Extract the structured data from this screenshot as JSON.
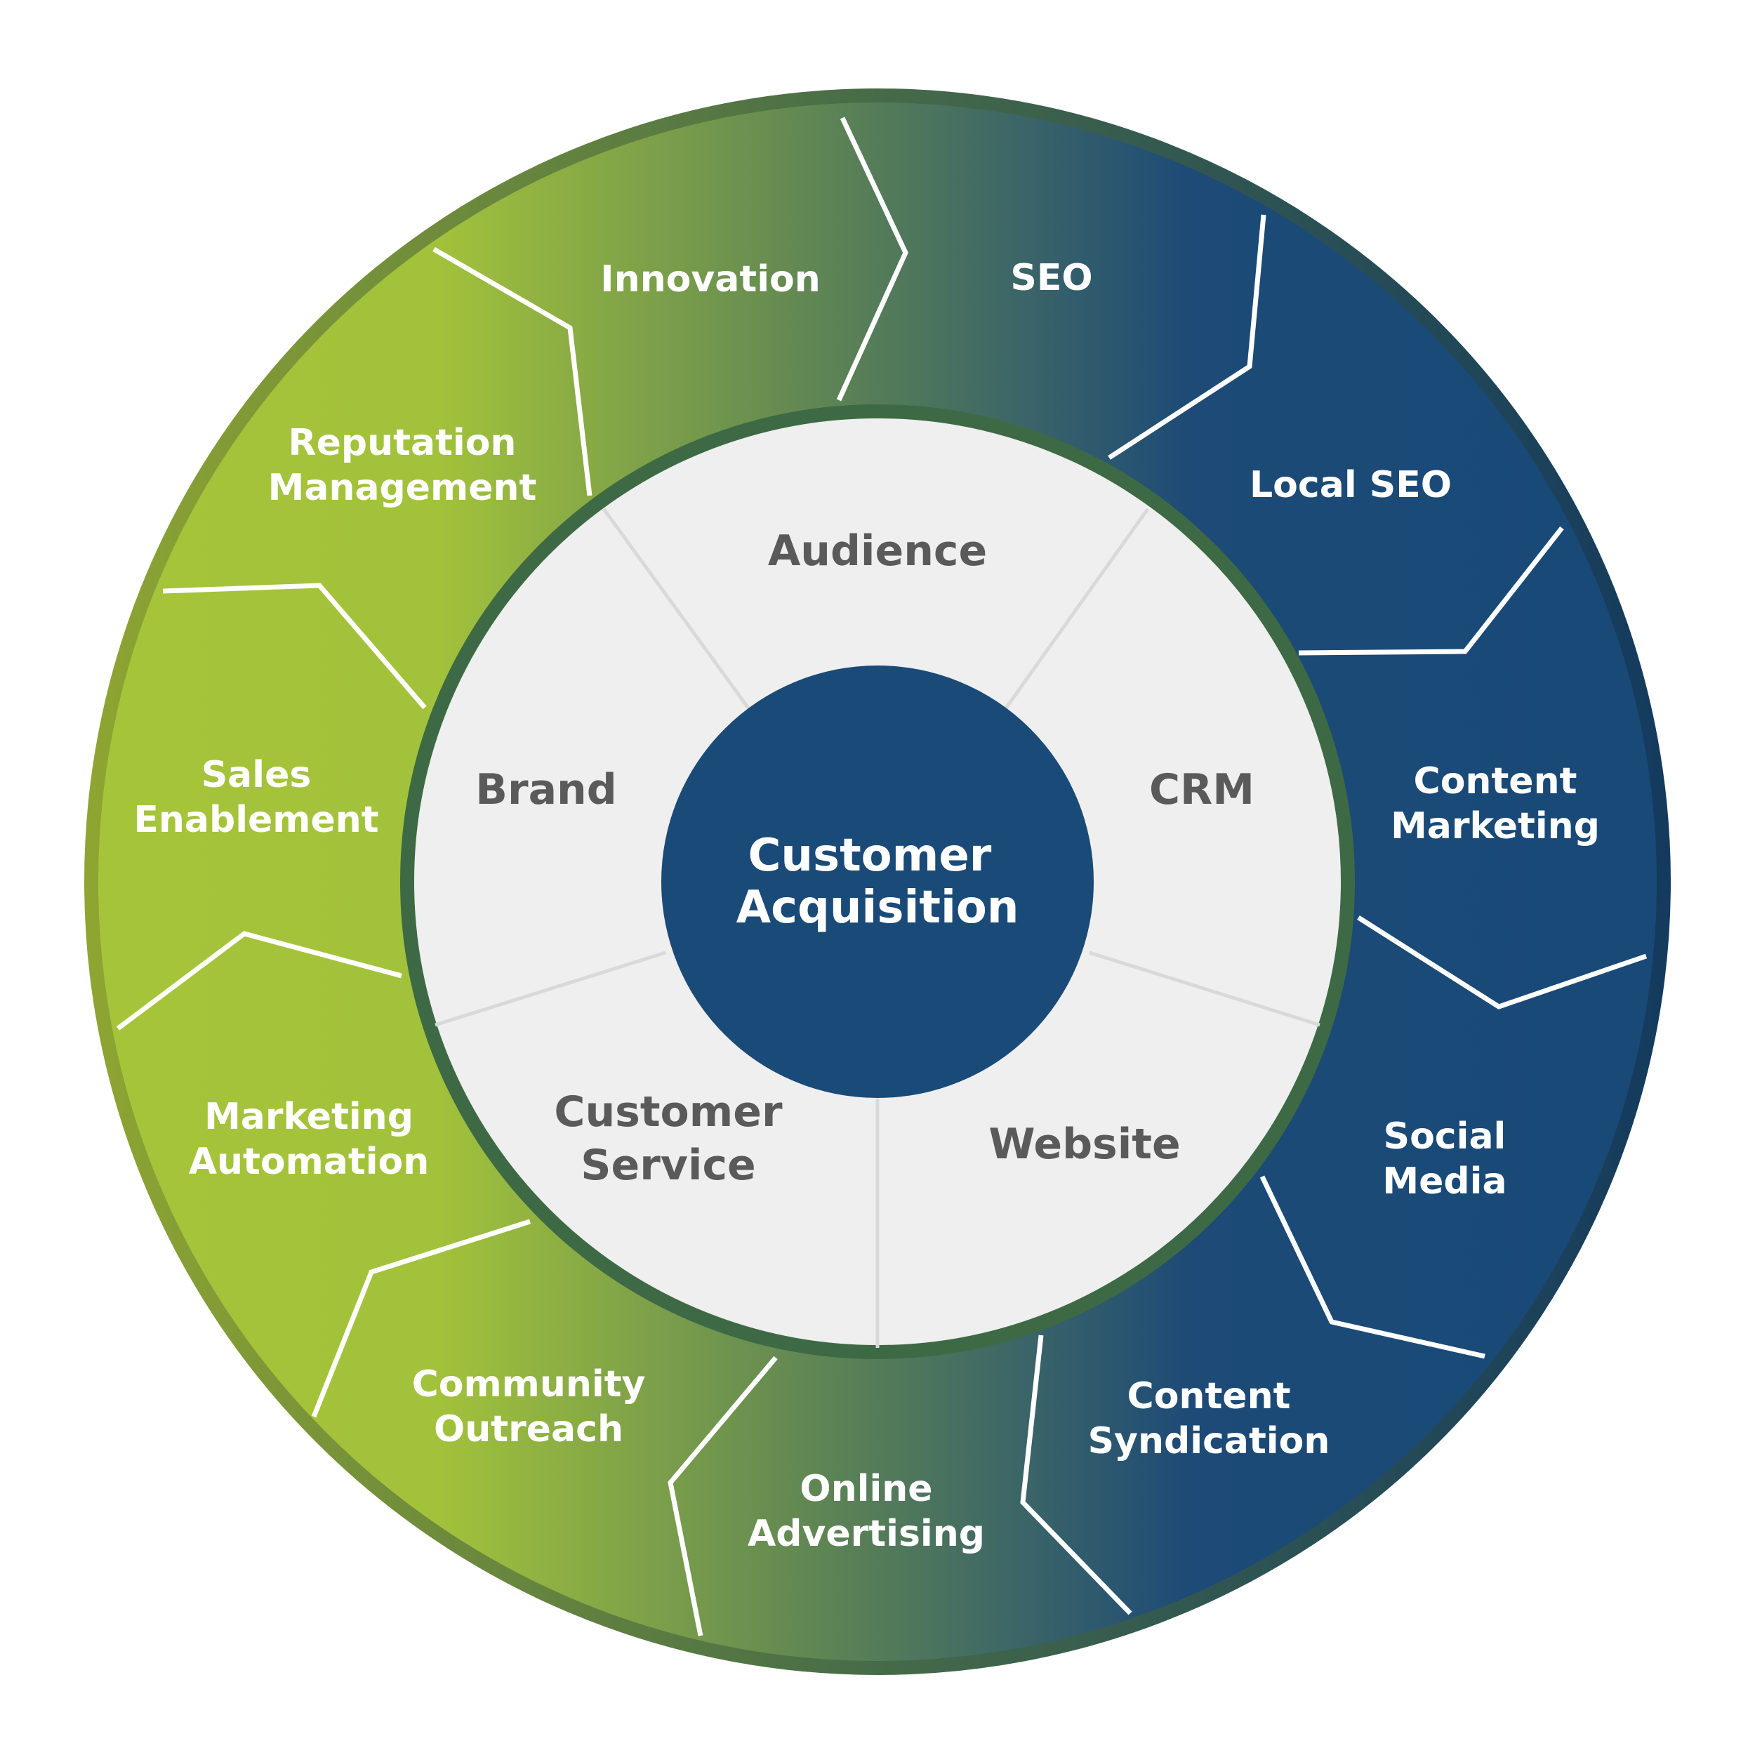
{
  "center": {
    "line1": "Customer",
    "line2": "Acquisition"
  },
  "inner_ring": [
    {
      "line1": "Audience",
      "line2": ""
    },
    {
      "line1": "CRM",
      "line2": ""
    },
    {
      "line1": "Website",
      "line2": ""
    },
    {
      "line1": "Customer",
      "line2": "Service"
    },
    {
      "line1": "Brand",
      "line2": ""
    }
  ],
  "outer_ring": [
    {
      "line1": "Innovation",
      "line2": ""
    },
    {
      "line1": "SEO",
      "line2": ""
    },
    {
      "line1": "Local SEO",
      "line2": ""
    },
    {
      "line1": "Content",
      "line2": "Marketing"
    },
    {
      "line1": "Social",
      "line2": "Media"
    },
    {
      "line1": "Content",
      "line2": "Syndication"
    },
    {
      "line1": "Online",
      "line2": "Advertising"
    },
    {
      "line1": "Community",
      "line2": "Outreach"
    },
    {
      "line1": "Marketing",
      "line2": "Automation"
    },
    {
      "line1": "Sales",
      "line2": "Enablement"
    },
    {
      "line1": "Reputation",
      "line2": "Management"
    }
  ],
  "colors": {
    "ring_green": "#a6c43a",
    "ring_mid": "#4e7e62",
    "ring_blue": "#1a4a78",
    "center_blue": "#1a4a78",
    "inner_fill": "#efefef",
    "inner_border": "#3d6a45",
    "inner_text": "#5a5a5a",
    "divider": "#e8e8e8"
  }
}
